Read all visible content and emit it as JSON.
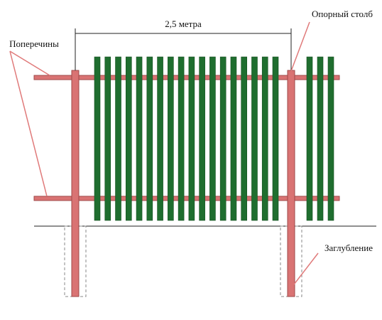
{
  "labels": {
    "width": "2,5 метра",
    "post": "Опорный столб",
    "rails": "Поперечины",
    "depth": "Заглубление"
  },
  "colors": {
    "picket": "#1f6e2f",
    "picket_edge": "#154f20",
    "post": "#d97373",
    "post_edge": "#9e4a4a",
    "rail": "#d97373",
    "rail_edge": "#9e4a4a",
    "ground": "#222222",
    "leader": "#e07a7a",
    "dimension": "#222222",
    "buried_outline": "#888888"
  },
  "counts": {
    "pickets_main": 18,
    "pickets_right": 3
  }
}
